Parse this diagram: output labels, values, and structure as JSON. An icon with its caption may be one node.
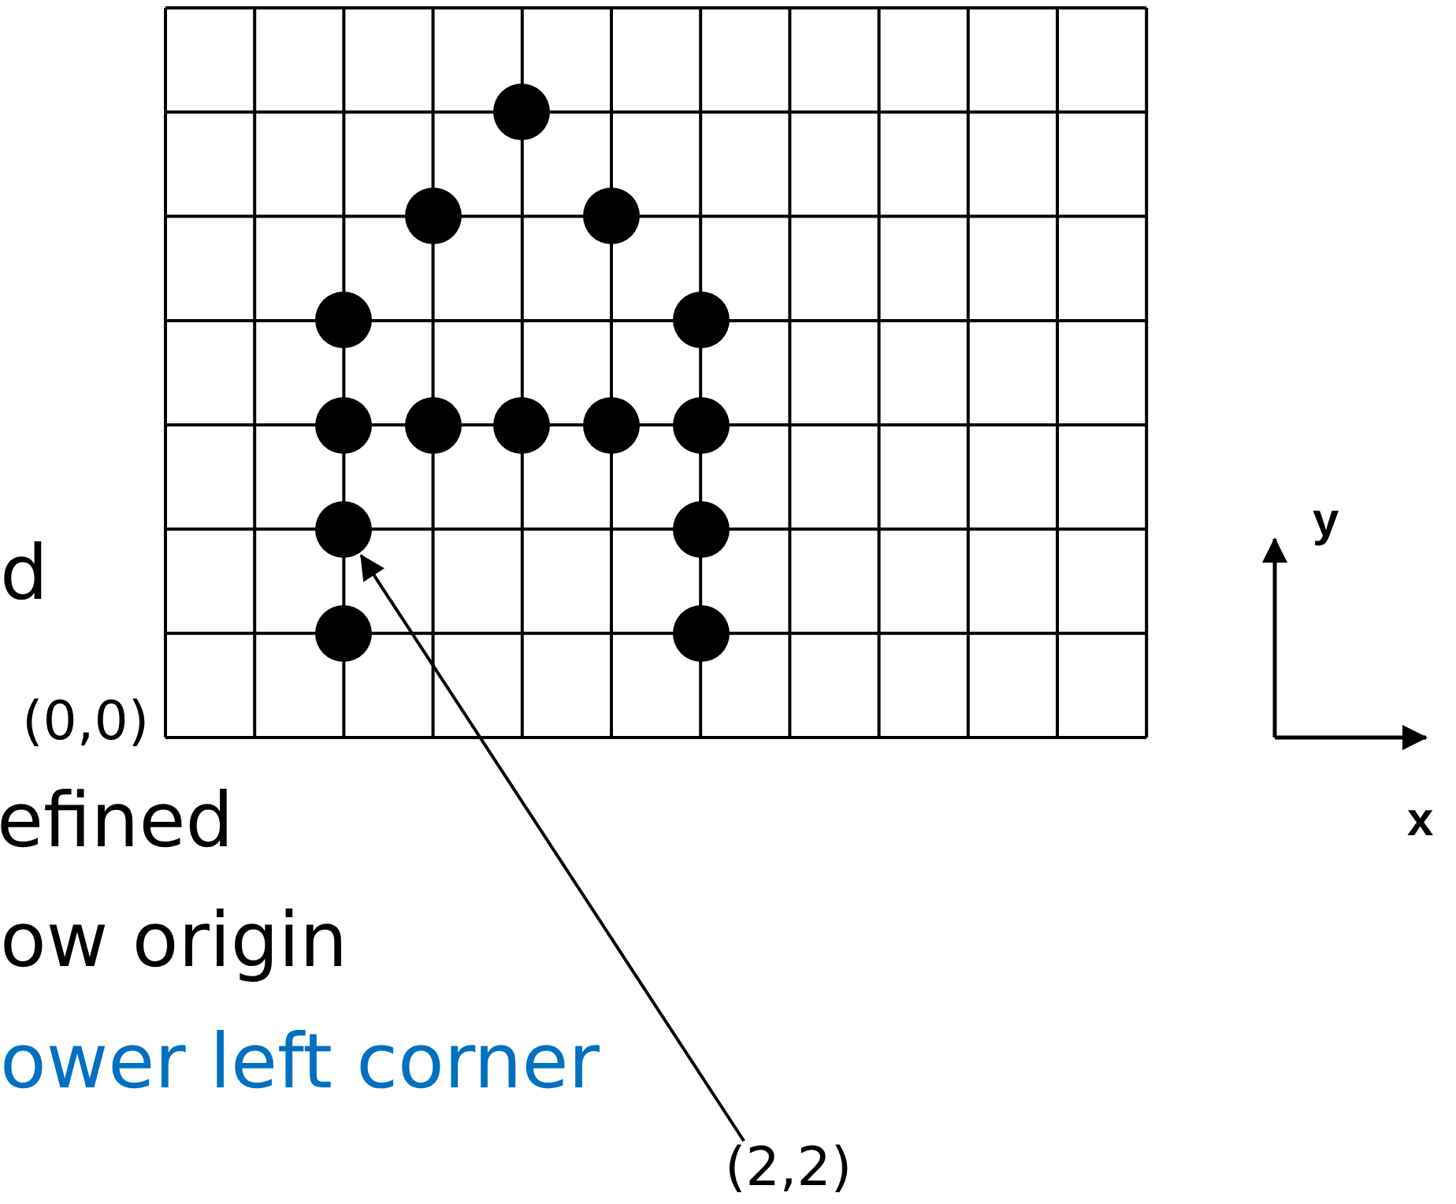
{
  "diagram": {
    "nodes": [
      {
        "text": [],
        "shape": "circle"
      },
      {
        "text": [],
        "shape": "circle"
      },
      {
        "text": [],
        "shape": "circle"
      },
      {
        "text": [],
        "shape": "circle"
      },
      {
        "text": [],
        "shape": "circle"
      },
      {
        "text": [],
        "shape": "circle"
      },
      {
        "text": [],
        "shape": "circle"
      },
      {
        "text": [],
        "shape": "circle"
      },
      {
        "text": [],
        "shape": "circle"
      },
      {
        "text": [],
        "shape": "circle"
      },
      {
        "text": [],
        "shape": "circle"
      },
      {
        "text": [],
        "shape": "circle"
      },
      {
        "text": [],
        "shape": "circle"
      },
      {
        "text": [],
        "shape": "circle"
      },
      {
        "text": [
          "(2,2)"
        ]
      }
    ],
    "edges": [
      {
        "from": 14,
        "to": 10,
        "arrow": "to"
      }
    ],
    "labels": [
      "y",
      "d",
      "(0,0)",
      "efined",
      "x",
      "ow origin",
      "ower left corner"
    ]
  }
}
